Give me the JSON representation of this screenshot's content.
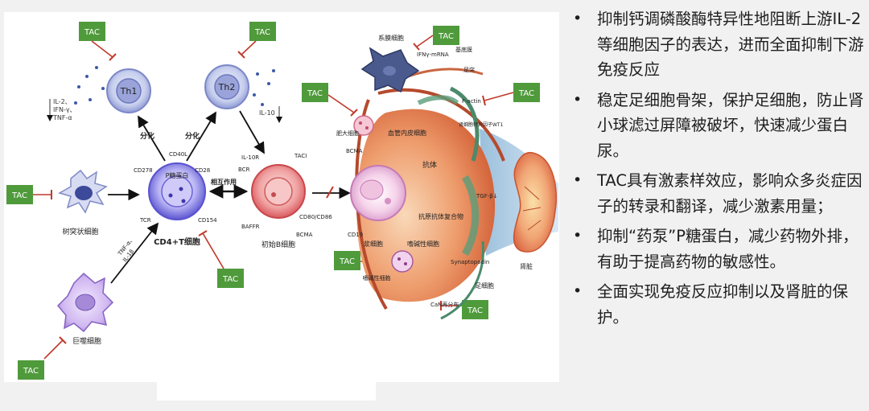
{
  "diagram": {
    "tac_label": "TAC",
    "cells": {
      "th1": "Th1",
      "th2": "Th2",
      "cd4_title": "CD4+T细胞",
      "cd4_center": "P糖蛋白",
      "dendritic": "树突状细胞",
      "macrophage": "巨噬细胞",
      "b_naive": "初始B细胞",
      "plasma": "浆细胞",
      "mesangial": "系膜细胞",
      "mast": "肥大细胞",
      "eosinophil": "嗜碱性细胞",
      "kidney": "肾脏",
      "podocyte": "足细胞"
    },
    "labels": {
      "differentiate1": "分化",
      "differentiate2": "分化",
      "interaction": "相互作用",
      "cytokines_th1": [
        "IL-2、",
        "IFN-γ、",
        "TNF-α"
      ],
      "il10": "IL-10",
      "tnf_il1": [
        "TNF-α、",
        "IL-1β"
      ],
      "cd40l": "CD40L",
      "cd28": "CD28",
      "cd278": "CD278",
      "tcr": "TCR",
      "cd154": "CD154",
      "il10r": "IL-10R",
      "taci": "TACI",
      "bcr": "BCR",
      "cd80": "CD80/CD86",
      "baffr": "BAFFR",
      "bcma": "BCMA",
      "bcma2": "BCMA",
      "cd19": "CD19",
      "antibody": "抗体",
      "complex": "抗原抗体复合物",
      "endothelial": "血管内皮细胞",
      "eosino_cell": "嗜碱性细胞",
      "ifn_mrna": "IFNγ-mRNA",
      "basement": "基底膜",
      "foot": "足突",
      "factin": "F-actin",
      "wt1": "肾细胞特异因子WT1",
      "tgf": "TGF-β↓",
      "synaptopodin": "Synaptopodin",
      "can": "CaN再分布"
    }
  },
  "bullets": [
    "抑制钙调磷酸酶特异性地阻断上游IL-2等细胞因子的表达，进而全面抑制下游免疫反应",
    "稳定足细胞骨架，保护足细胞，防止肾小球滤过屏障被破坏，快速减少蛋白尿。",
    "TAC具有激素样效应，影响众多炎症因子的转录和翻译，减少激素用量；",
    "抑制“药泵”P糖蛋白，减少药物外排，有助于提高药物的敏感性。",
    "全面实现免疫反应抑制以及肾脏的保护。"
  ],
  "colors": {
    "tac_green": "#4f9a3b",
    "inhibit_red": "#c0392b",
    "cd4_purple": "#6a63d8",
    "b_cell_red": "#e07a7a",
    "kidney_orange": "#e2865c"
  }
}
